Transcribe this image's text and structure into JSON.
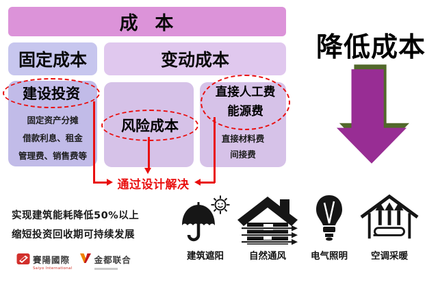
{
  "diagram": {
    "cost_header": "成  本",
    "fixed_cost_label": "固定成本",
    "variable_cost_label": "变动成本",
    "fixed_detail": {
      "highlight": "建设投资",
      "items": [
        "固定资产分摊",
        "借款利息、租金",
        "管理费、销售费等"
      ]
    },
    "risk": {
      "highlight": "风险成本"
    },
    "variable_detail": {
      "highlight_line1": "直接人工费",
      "highlight_line2": "能源费",
      "items": [
        "直接材料费",
        "间接费"
      ]
    },
    "solution_label": "通过设计解决",
    "reduce_cost_title": "降低成本"
  },
  "benefits": {
    "line1": "实现建筑能耗降低50%以上",
    "line2": "缩短投资回收期可持续发展"
  },
  "strategies": [
    {
      "icon": "umbrella-sun-icon",
      "label": "建筑遮阳"
    },
    {
      "icon": "house-ventilation-icon",
      "label": "自然通风"
    },
    {
      "icon": "light-bulb-icon",
      "label": "电气照明"
    },
    {
      "icon": "house-heating-icon",
      "label": "空调采暖"
    }
  ],
  "footer": {
    "logo1": {
      "name": "賽陽國際",
      "subtitle": "Saiyo International"
    },
    "logo2": {
      "name": "金都联合"
    }
  },
  "colors": {
    "cost_header_bg": "#dc93d9",
    "fixed_cost_bg": "#c7c6ee",
    "variable_cost_bg": "#e0c8ee",
    "fixed_detail_bg": "#c1bbe8",
    "detail_bg": "#d6c2e8",
    "highlight_red": "#e90f0f",
    "arrow_purple": "#982d94",
    "arrow_edge_green": "#52682b"
  }
}
